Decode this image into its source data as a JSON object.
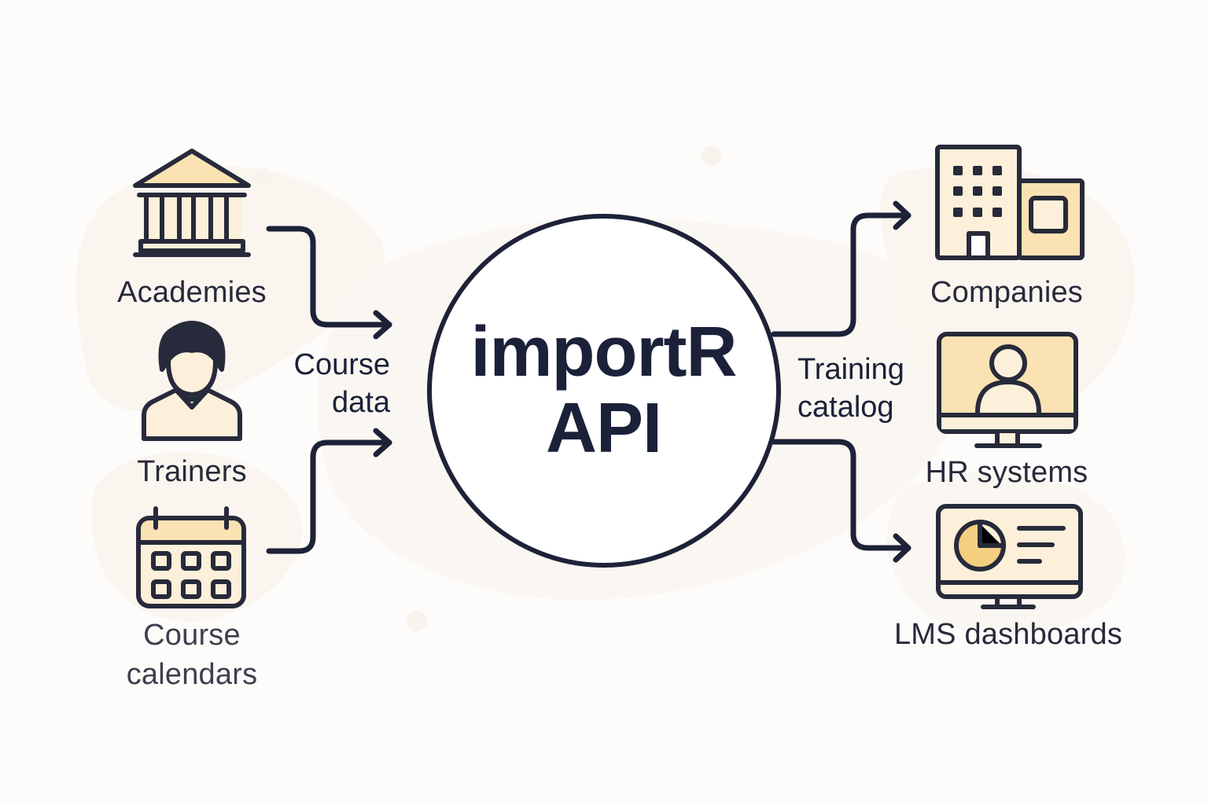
{
  "diagram": {
    "title_lines": [
      "importR",
      "API"
    ],
    "sources": [
      {
        "id": "academies",
        "label_lines": [
          "Academies"
        ],
        "icon": "building-columns-icon"
      },
      {
        "id": "trainers",
        "label_lines": [
          "Trainers"
        ],
        "icon": "person-icon"
      },
      {
        "id": "course-calendars",
        "label_lines": [
          "Course",
          "calendars"
        ],
        "icon": "calendar-icon"
      }
    ],
    "destinations": [
      {
        "id": "companies",
        "label_lines": [
          "Companies"
        ],
        "icon": "office-buildings-icon"
      },
      {
        "id": "hr-systems",
        "label_lines": [
          "HR systems"
        ],
        "icon": "monitor-user-icon"
      },
      {
        "id": "lms-dashboards",
        "label_lines": [
          "LMS dashboards"
        ],
        "icon": "monitor-chart-icon"
      }
    ],
    "inbound_edge_label": [
      "Course",
      "data"
    ],
    "outbound_edge_label": [
      "Training",
      "catalog"
    ],
    "colors": {
      "stroke": "#1e2238",
      "fill_light": "#fdf0da",
      "fill_warm": "#fae2b0",
      "fill_accent": "#f4cf80",
      "background": "#fdfcfa",
      "blob": "#faf6f0"
    }
  }
}
